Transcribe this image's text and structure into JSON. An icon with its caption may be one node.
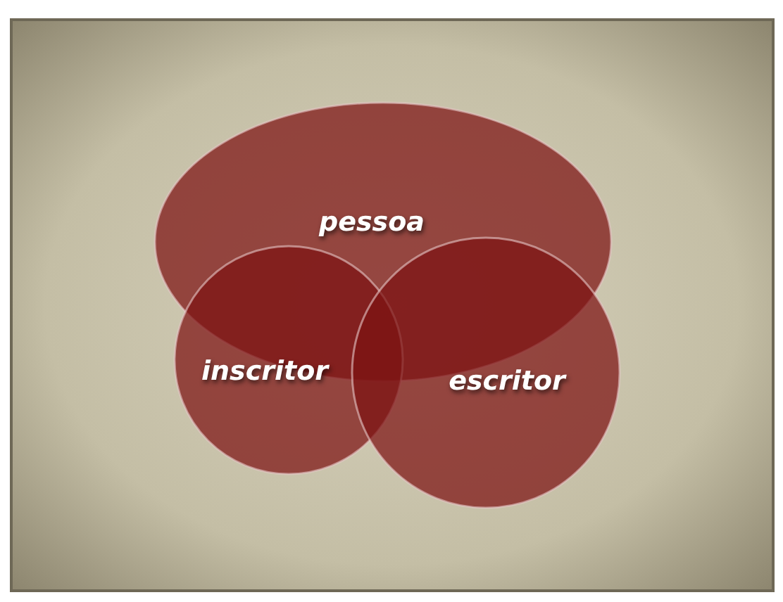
{
  "diagram": {
    "nodes": [
      {
        "text": [
          "pessoa"
        ]
      },
      {
        "text": [
          "inscritor"
        ]
      },
      {
        "text": [
          "escritor"
        ]
      }
    ]
  }
}
